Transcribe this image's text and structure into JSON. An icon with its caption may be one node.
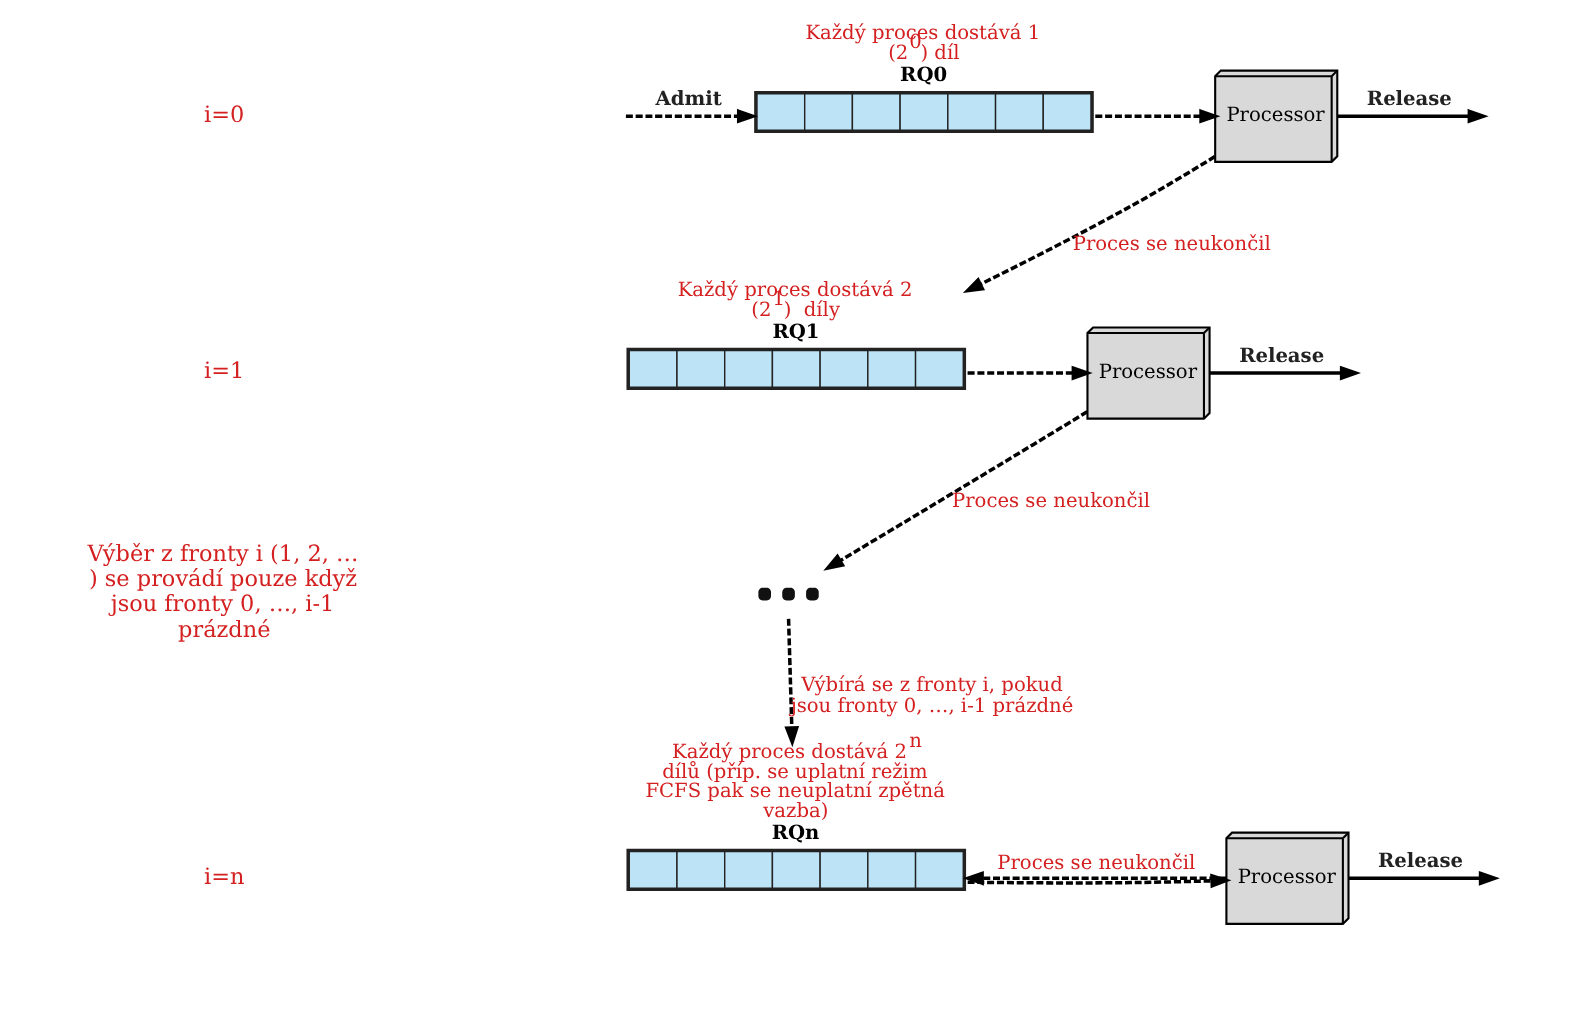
{
  "diagram": {
    "nodes": [
      {
        "text": [
          "RQ0"
        ],
        "beside": [
          "Každý proces dostává 1 (2$^{0}$) díl"
        ]
      },
      {
        "text": [
          "Processor"
        ]
      },
      {
        "text": [
          "RQ1"
        ],
        "beside": [
          "Každý proces dostává 2 (2$^{1}$)  díly"
        ]
      },
      {
        "text": [
          "Processor"
        ]
      },
      {
        "text": [],
        "shape": "dots"
      },
      {
        "text": [
          "RQn"
        ],
        "beside": [
          "Každý proces dostává 2$^{n}$ dílů (příp. se uplatní režim FCFS pak se neuplatní zpětná vazba)"
        ]
      },
      {
        "text": [
          "Processor"
        ]
      }
    ],
    "edges": [
      {
        "from": null,
        "to": 0,
        "arrow": "to",
        "label": "Admit",
        "style": "dashed"
      },
      {
        "from": 0,
        "to": 1,
        "arrow": "to",
        "style": "dashed"
      },
      {
        "from": 1,
        "to": null,
        "arrow": "to",
        "label": "Release"
      },
      {
        "from": 1,
        "to": 2,
        "arrow": "to",
        "label": "Proces se neukončil",
        "style": "dashed"
      },
      {
        "from": 2,
        "to": 3,
        "arrow": "to",
        "style": "dashed"
      },
      {
        "from": 3,
        "to": null,
        "arrow": "to",
        "label": "Release"
      },
      {
        "from": 3,
        "to": 4,
        "arrow": "to",
        "label": "Proces se neukončil",
        "style": "dashed"
      },
      {
        "from": 4,
        "to": 5,
        "arrow": "to",
        "label": "Výbírá se z fronty i, pokud jsou fronty 0, …, i-1 prázdné",
        "style": "dashed"
      },
      {
        "from": 5,
        "to": 6,
        "arrow": "to",
        "style": "dashed"
      },
      {
        "from": 6,
        "to": null,
        "arrow": "to",
        "label": "Release"
      },
      {
        "from": 6,
        "to": 5,
        "arrow": "to",
        "label": "Proces se neukončil",
        "style": "dashed"
      }
    ],
    "labels": [
      "i=0",
      "i=1",
      "Výběr z fronty i (1, 2, … ) se provádí pouze když jsou fronty 0, …, i-1 prázdné",
      "i=n"
    ]
  }
}
